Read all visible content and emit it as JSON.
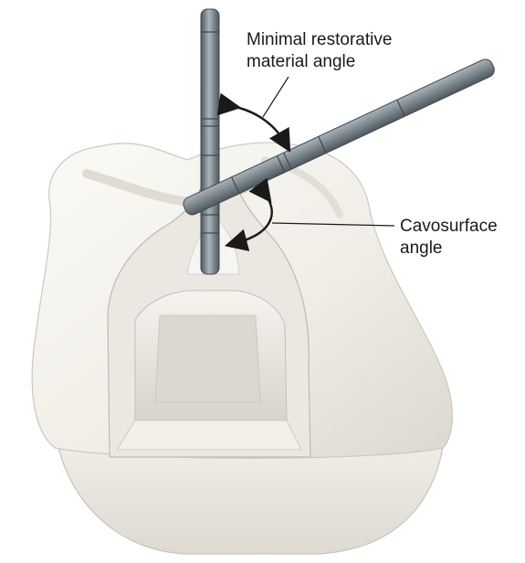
{
  "labels": {
    "minimal_restorative_line1": "Minimal restorative",
    "minimal_restorative_line2": "material angle",
    "cavosurface_line1": "Cavosurface",
    "cavosurface_line2": "angle"
  },
  "colors": {
    "tooth_light": "#f4f2ec",
    "tooth_shadow": "#d9d5cc",
    "preparation": "#e6e3dc",
    "instrument": "#7d8a92",
    "instrument_dark": "#4a555c",
    "leader": "#1a1a1a"
  }
}
